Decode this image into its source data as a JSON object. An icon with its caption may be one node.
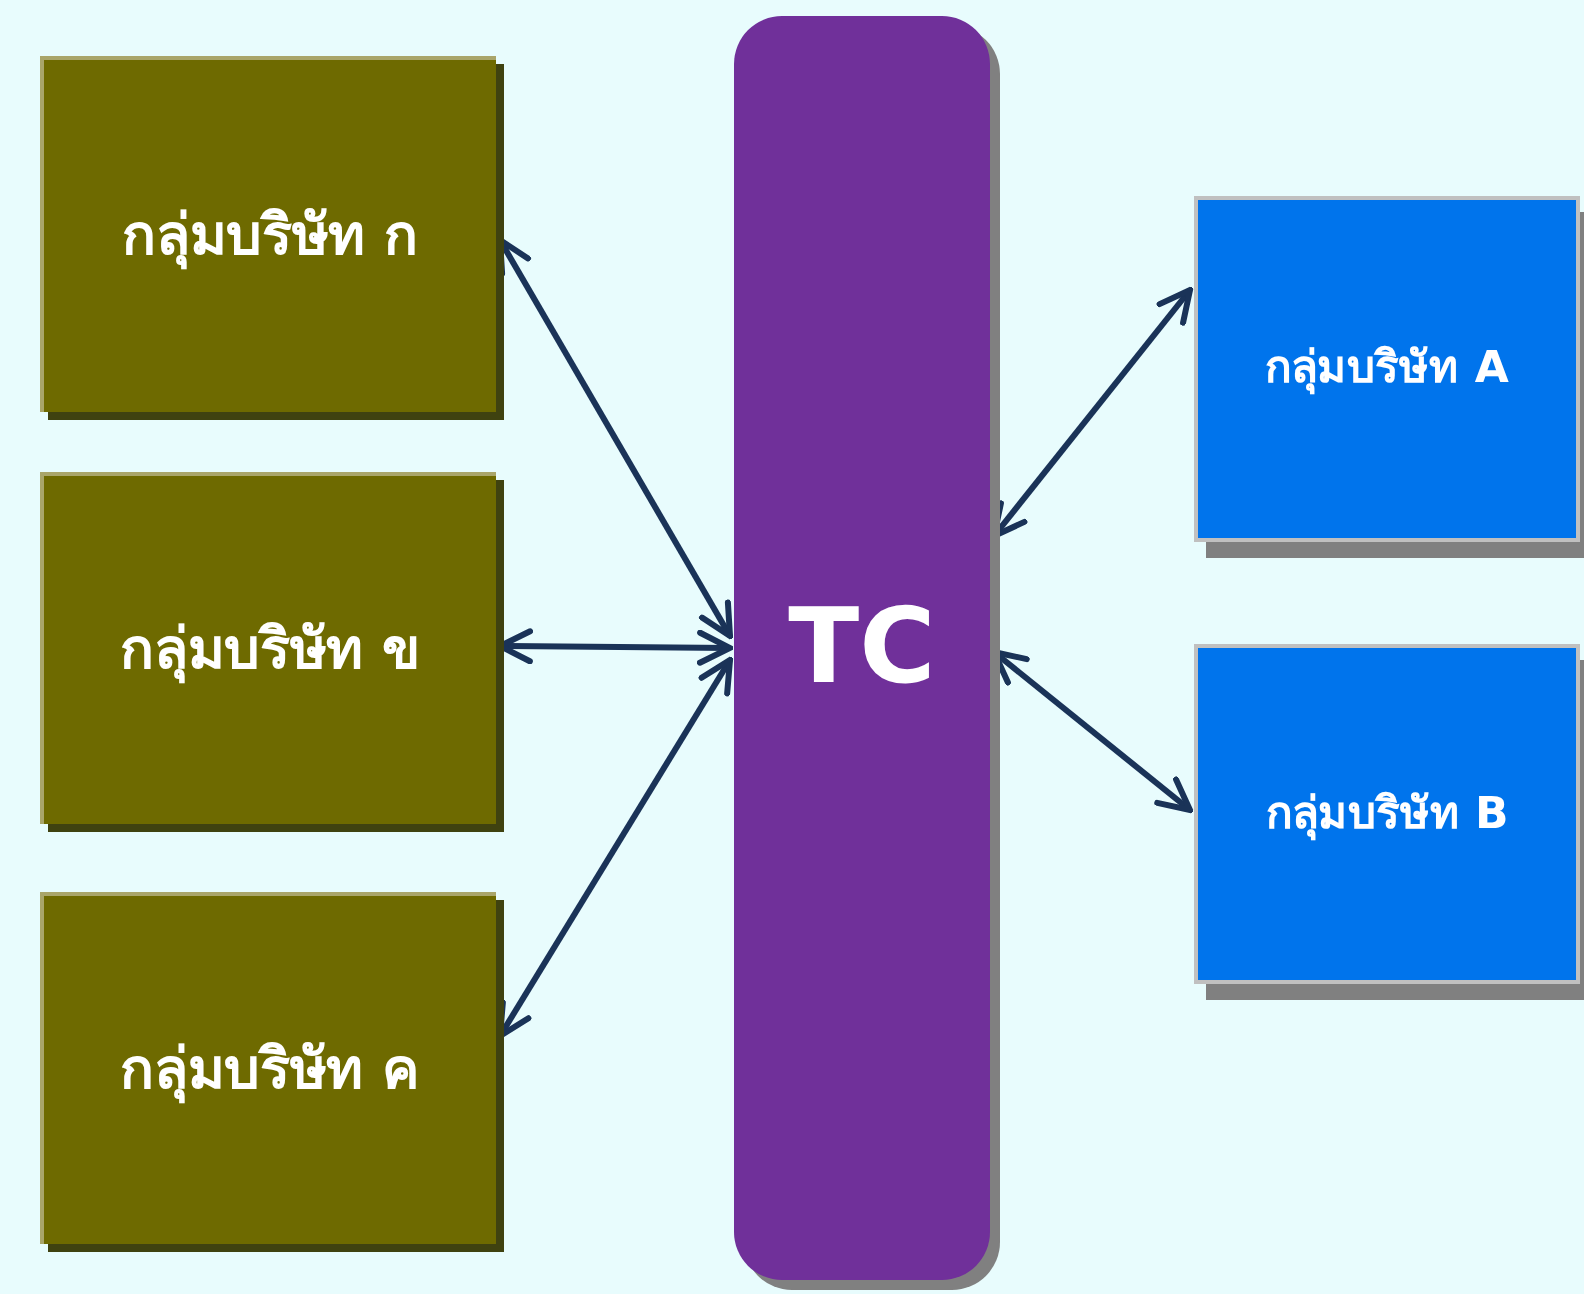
{
  "diagram": {
    "nodes": [
      {
        "text": [
          "กลุ่มบริษัท ก"
        ]
      },
      {
        "text": [
          "กลุ่มบริษัท ข"
        ]
      },
      {
        "text": [
          "กลุ่มบริษัท ค"
        ]
      },
      {
        "text": [
          "TC"
        ]
      },
      {
        "text": [
          "กลุ่มบริษัท A"
        ]
      },
      {
        "text": [
          "กลุ่มบริษัท B"
        ]
      }
    ],
    "edges": [
      {
        "from": 3,
        "to": 0,
        "arrow": "both"
      },
      {
        "from": 3,
        "to": 1,
        "arrow": "both"
      },
      {
        "from": 3,
        "to": 2,
        "arrow": "both"
      },
      {
        "from": 3,
        "to": 4,
        "arrow": "both"
      },
      {
        "from": 3,
        "to": 5,
        "arrow": "both"
      }
    ]
  }
}
